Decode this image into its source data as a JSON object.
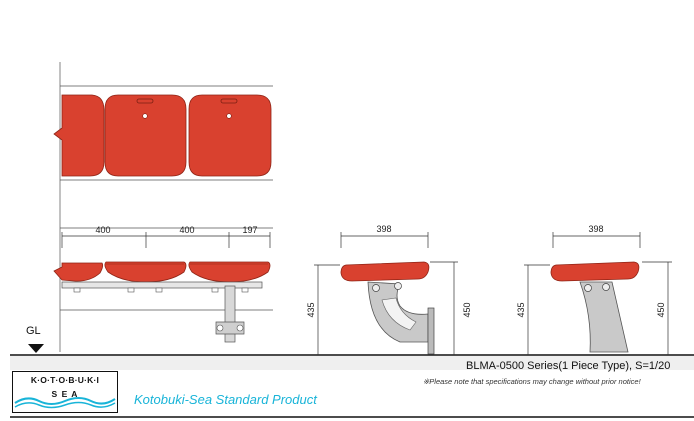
{
  "dimensions": {
    "front_widths": [
      "400",
      "400",
      "197"
    ],
    "side_width": "398",
    "side_height": "435",
    "support_height": "450",
    "side2_width": "398",
    "side2_height": "435",
    "side2_support_height": "450"
  },
  "ground_label": "GL",
  "footer": {
    "title": "BLMA-0500 Series(1 Piece Type), S=1/20",
    "note": "※Please note that specifications may change without prior notice!",
    "brand_line": "Kotobuki-Sea Standard Product"
  },
  "logo": {
    "top_text": "K·O·T·O·B·U·K·I",
    "bottom_text": "S E A"
  },
  "colors": {
    "seat": "#d9412f",
    "seat_dark": "#b8321f",
    "frame": "#9a9a9a",
    "brand": "#18b4d8"
  }
}
